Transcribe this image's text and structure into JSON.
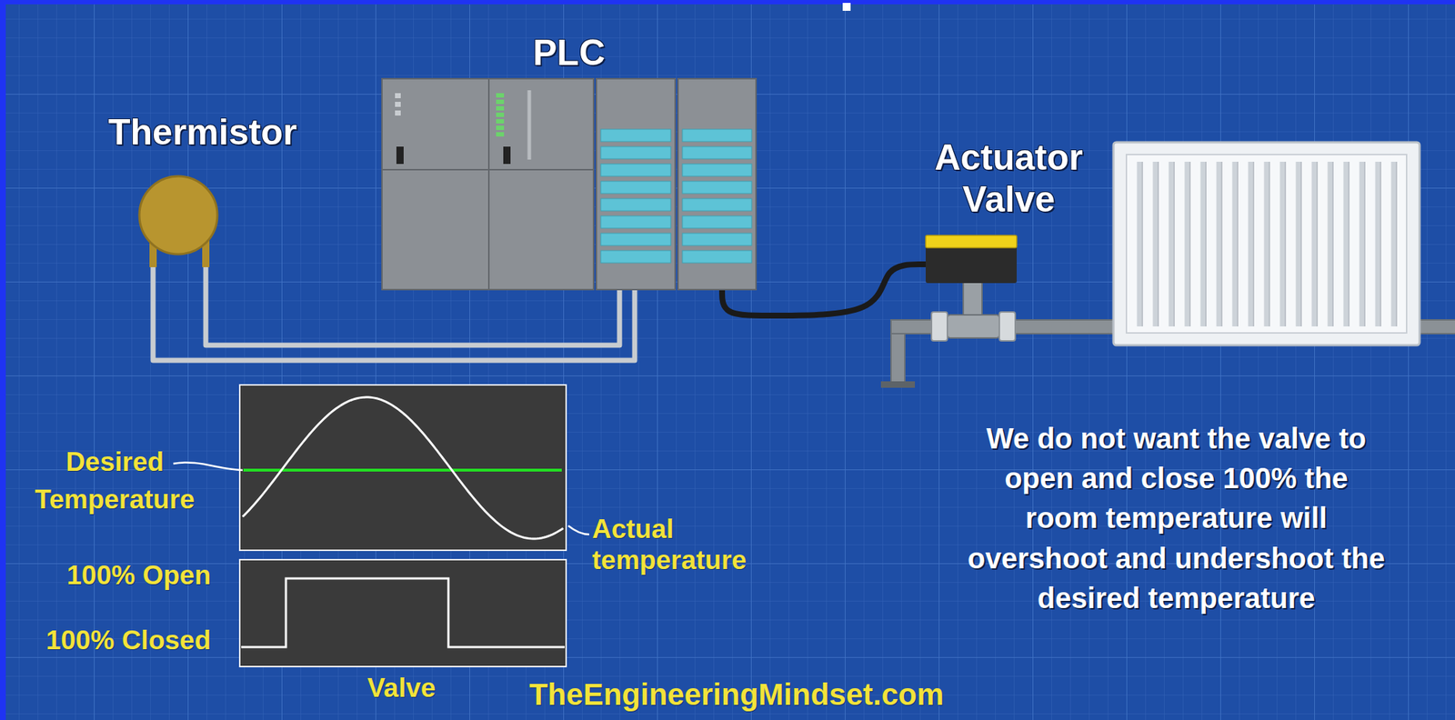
{
  "diagram": {
    "nodes": [
      {
        "text": [
          "Thermistor"
        ]
      },
      {
        "text": [
          "PLC"
        ]
      },
      {
        "text": [
          "Actuator Valve"
        ]
      }
    ],
    "edges": [
      {
        "from": 0,
        "to": 1,
        "arrow": "none"
      },
      {
        "from": 1,
        "to": 2,
        "arrow": "none"
      }
    ],
    "labels": [
      "Desired Temperature",
      "Actual temperature",
      "100% Open",
      "100% Closed",
      "Valve",
      "We do not want the valve to open and close 100% the room temperature will overshoot and undershoot the desired temperature",
      "TheEngineeringMindset.com"
    ]
  }
}
